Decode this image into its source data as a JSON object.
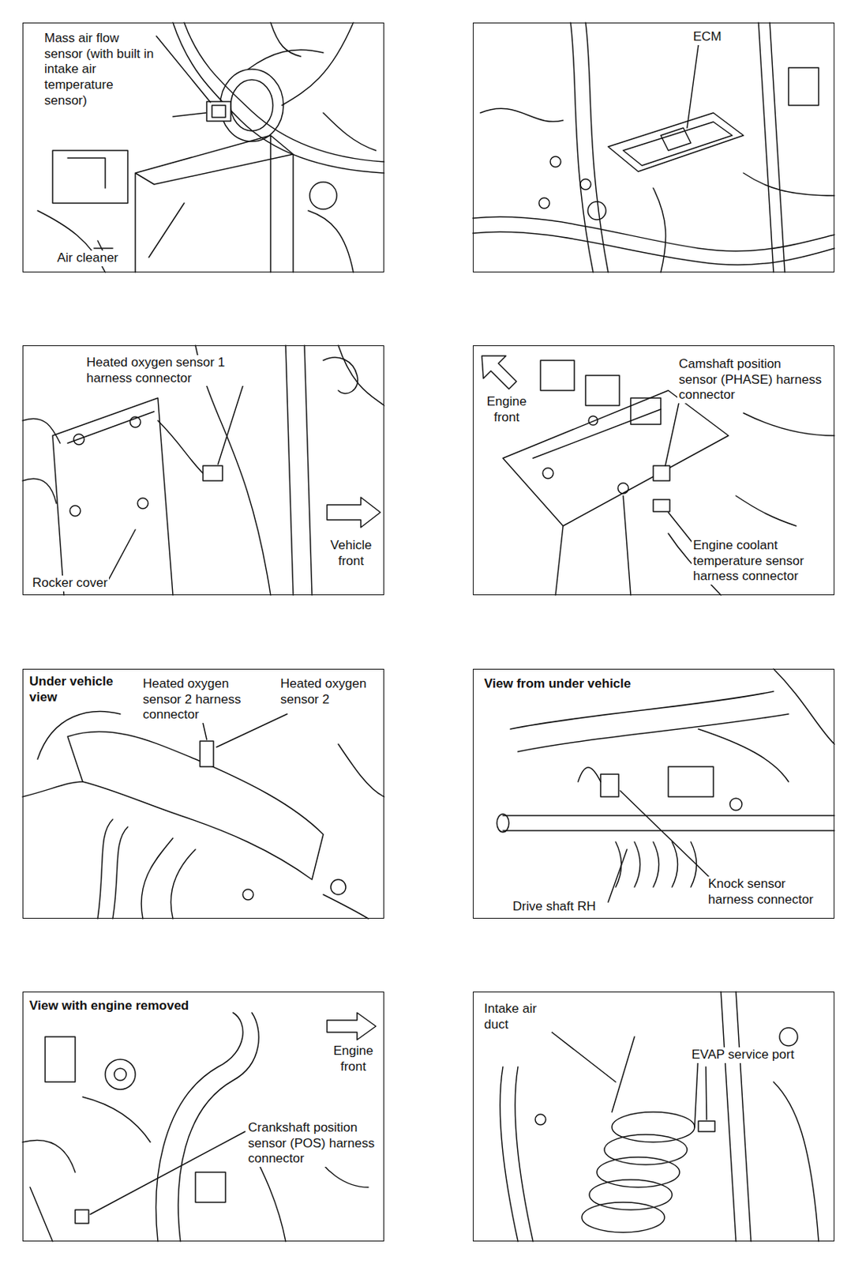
{
  "diagram": {
    "nodes": [
      {
        "text": [
          "Mass air flow sensor (with built in intake air temperature sensor)",
          "Air cleaner"
        ]
      },
      {
        "text": [
          "ECM"
        ]
      },
      {
        "text": [
          "Heated oxygen sensor 1 harness connector",
          "Vehicle front",
          "Rocker cover"
        ]
      },
      {
        "text": [
          "Engine front",
          "Camshaft position sensor (PHASE) harness connector",
          "Engine coolant temperature sensor harness connector"
        ]
      },
      {
        "text": [
          "Under vehicle view",
          "Heated oxygen sensor 2 harness connector",
          "Heated oxygen sensor 2"
        ]
      },
      {
        "text": [
          "View from under vehicle",
          "Knock sensor harness connector",
          "Drive shaft RH"
        ]
      },
      {
        "text": [
          "View with engine removed",
          "Engine front",
          "Crankshaft position sensor (POS) harness connector"
        ]
      },
      {
        "text": [
          "Intake air duct",
          "EVAP service port"
        ]
      }
    ]
  }
}
